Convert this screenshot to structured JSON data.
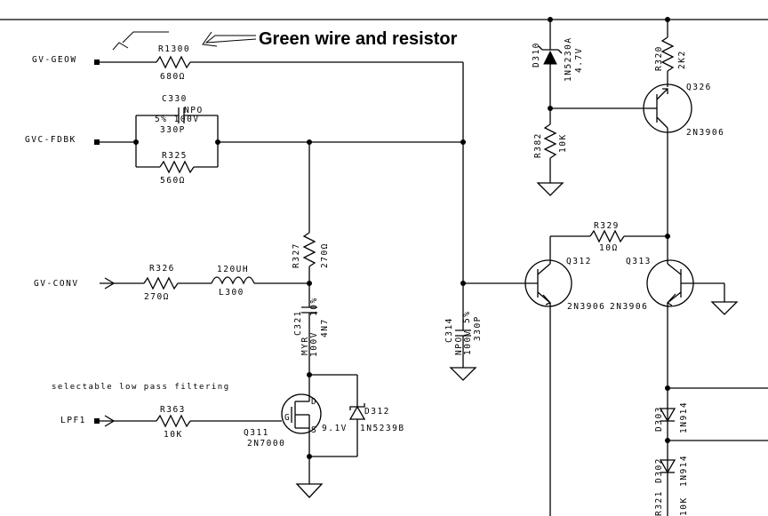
{
  "annotation": {
    "note": "Green wire and resistor"
  },
  "ports": {
    "gv_geow": "GV-GEOW",
    "gvc_fdbk": "GVC-FDBK",
    "gv_conv": "GV-CONV",
    "lpf1": "LPF1"
  },
  "components": {
    "r1300": {
      "ref": "R1300",
      "value": "680Ω"
    },
    "c330": {
      "ref": "C330",
      "line1": "NPO",
      "line2": "5%  100V",
      "value": "330P"
    },
    "r325": {
      "ref": "R325",
      "value": "560Ω"
    },
    "r327": {
      "ref": "R327",
      "value": "270Ω"
    },
    "r326": {
      "ref": "R326",
      "value": "270Ω"
    },
    "l300": {
      "ref": "L300",
      "value": "120UH"
    },
    "c321": {
      "ref": "C321",
      "line1": "10%",
      "value": "4N7",
      "line2": "MYR",
      "line3": "100V"
    },
    "c314": {
      "ref": "C314",
      "line1": "5%",
      "value": "330P",
      "line2": "NPO",
      "line3": "100V"
    },
    "r363": {
      "ref": "R363",
      "value": "10K"
    },
    "q311": {
      "ref": "Q311",
      "part": "2N7000",
      "pin_d": "D",
      "pin_g": "G",
      "pin_s": "S"
    },
    "d312": {
      "ref": "D312",
      "part": "1N5239B",
      "voltage": "9.1V"
    },
    "d310": {
      "ref": "D310",
      "part": "1N5230A",
      "voltage": "4.7V"
    },
    "r382": {
      "ref": "R382",
      "value": "10K"
    },
    "r320": {
      "ref": "R320",
      "value": "2K2"
    },
    "q326": {
      "ref": "Q326",
      "part": "2N3906"
    },
    "r329": {
      "ref": "R329",
      "value": "10Ω"
    },
    "q312": {
      "ref": "Q312",
      "part": "2N3906"
    },
    "q313": {
      "ref": "Q313",
      "part": "2N3906"
    },
    "d303": {
      "ref": "D303",
      "part": "1N914"
    },
    "d302": {
      "ref": "D302",
      "part": "1N914"
    },
    "r321": {
      "ref": "R321",
      "value": "10K"
    }
  },
  "notes": {
    "selectable": "selectable low pass filtering"
  }
}
